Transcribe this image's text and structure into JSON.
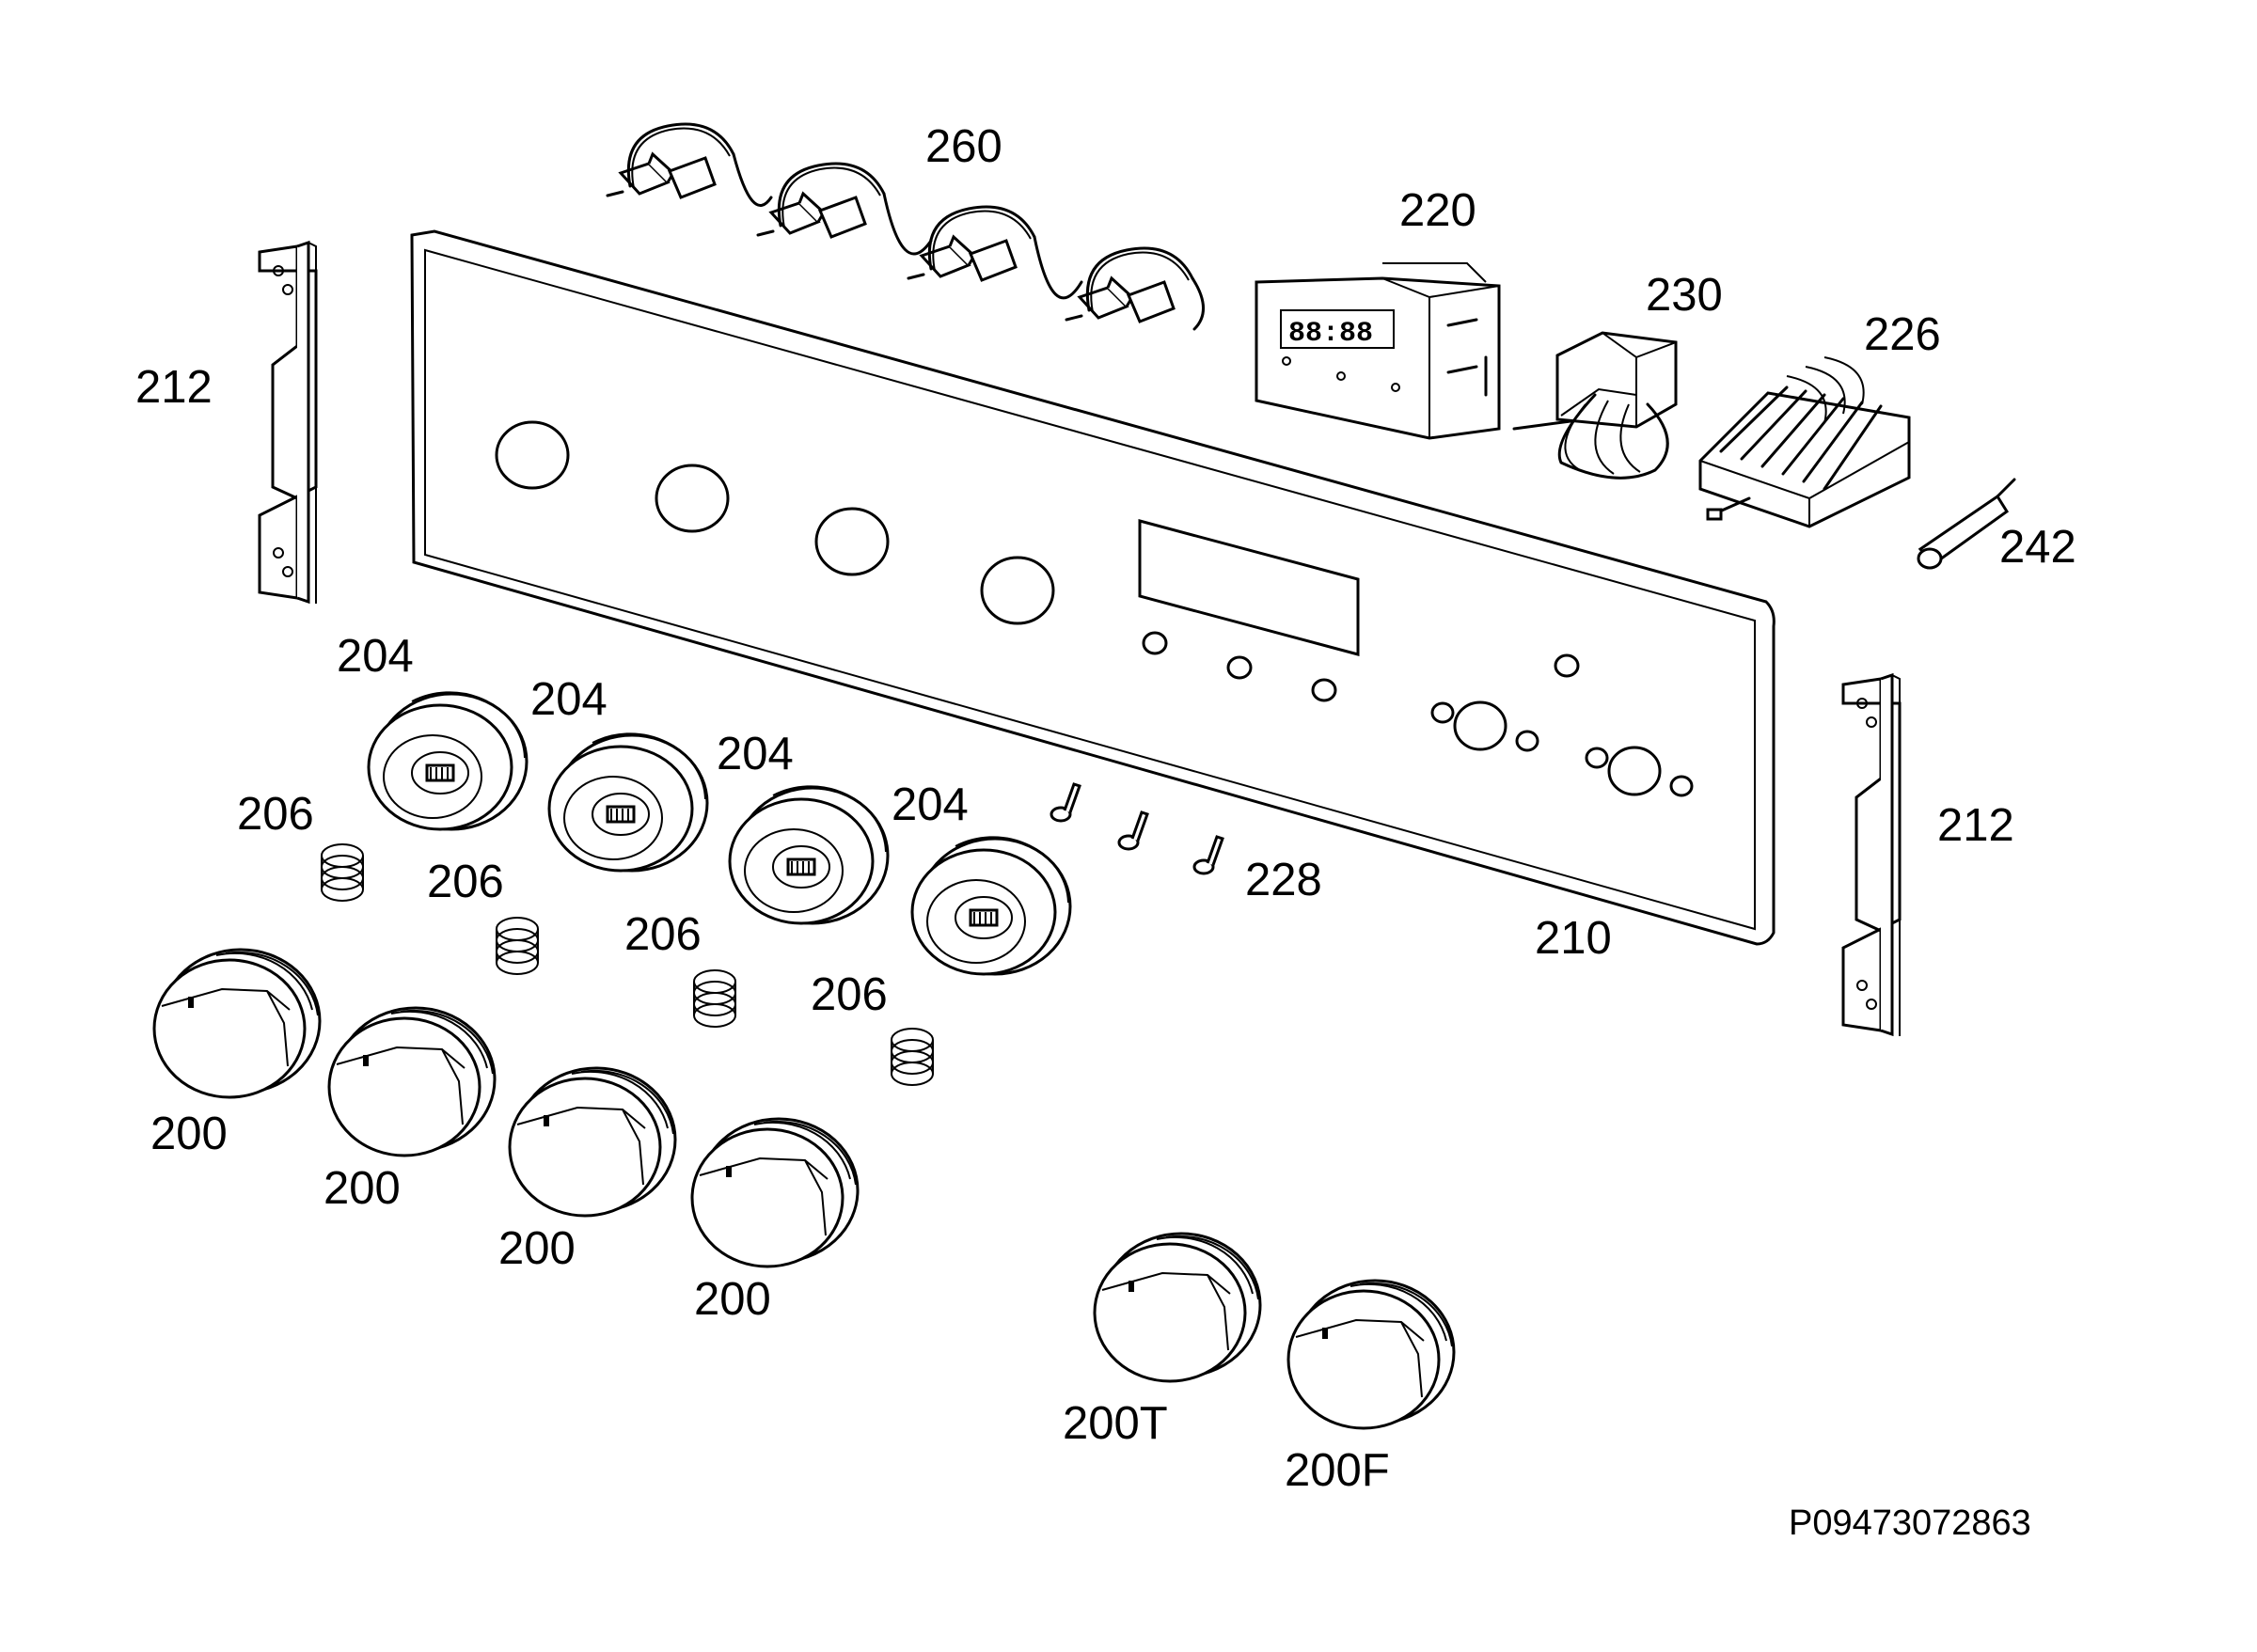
{
  "labels": {
    "panel": "210",
    "bracket": "212",
    "timer": "220",
    "switch": "226",
    "screw": "228",
    "thermostat": "230",
    "lamp": "242",
    "ignition": "260",
    "shaft_adapter": "204",
    "spring": "206",
    "knob": "200",
    "knob_t": "200T",
    "knob_f": "200F"
  },
  "drawing_code": "P09473072863",
  "timer_display": "88:88"
}
